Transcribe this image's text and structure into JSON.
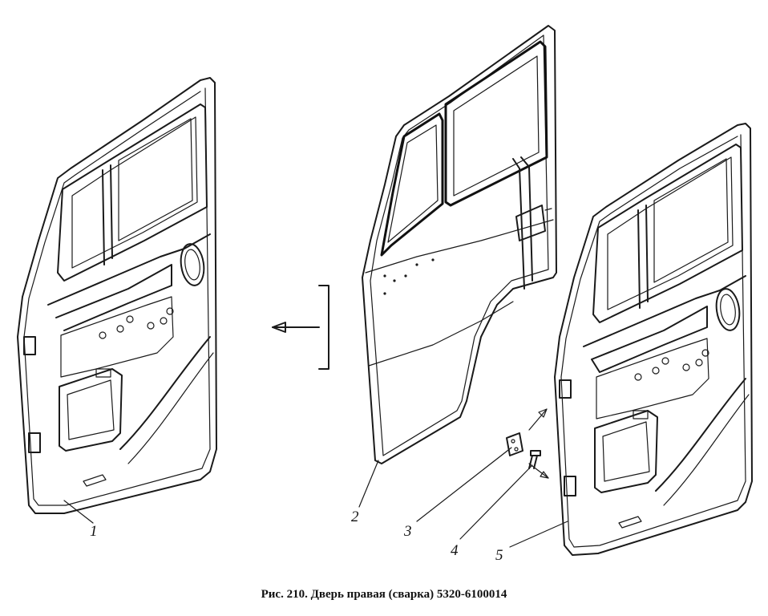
{
  "caption": "Рис. 210. Дверь правая (сварка) 5320-6100014",
  "callouts": [
    {
      "id": "1",
      "text": "1"
    },
    {
      "id": "2",
      "text": "2"
    },
    {
      "id": "3",
      "text": "3"
    },
    {
      "id": "4",
      "text": "4"
    },
    {
      "id": "5",
      "text": "5"
    }
  ]
}
